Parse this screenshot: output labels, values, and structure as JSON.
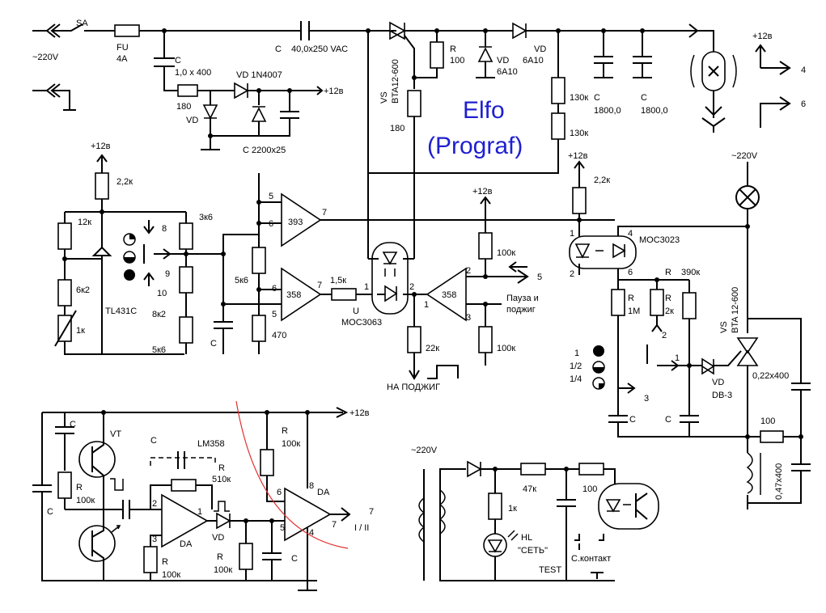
{
  "title": {
    "line1": "Elfo",
    "line2": "(Prograf)"
  },
  "mains": {
    "input": "~220V",
    "switch": "SA",
    "fuse": "FU",
    "fuse_rating": "4A",
    "cap_label": "C",
    "cap_main": "40,0x250 VAC",
    "cap_small": "C",
    "cap_small_val": "1,0 x 400",
    "res_180": "180",
    "vd_label": "VD",
    "diode_1n": "VD  1N4007",
    "c2200": "C   2200x25",
    "plus12": "+12в"
  },
  "triac_top": {
    "vs": "VS",
    "type": "BTA12-600",
    "r_label": "R",
    "r_val": "100",
    "r_180": "180",
    "vd1": "VD",
    "vd1_type": "6A10",
    "vd2": "VD",
    "vd2_type": "6A10",
    "r130a": "130к",
    "r130b": "130к",
    "c1_label": "C",
    "c1_val": "1800,0",
    "c2_label": "C",
    "c2_val": "1800,0"
  },
  "outputs": {
    "plus12": "+12в",
    "pin4": "4",
    "pin6": "6"
  },
  "left_block": {
    "plus12": "+12в",
    "r22": "2,2к",
    "r12": "12к",
    "r6k2": "6к2",
    "r1k": "1к",
    "tl": "TL431C",
    "sw_8": "8",
    "sw_9": "9",
    "sw_10": "10",
    "r3k6": "3к6",
    "r8k2": "8к2",
    "r5k6a": "5к6"
  },
  "comparators": {
    "cmp1": "393",
    "cmp2": "358",
    "cmp3": "358",
    "p5": "5",
    "p6": "6",
    "p7": "7",
    "p7b": "7",
    "p6b": "6",
    "p5b": "5",
    "r5k6": "5к6",
    "r470": "470",
    "c_label": "C",
    "r15": "1,5к",
    "u_label": "U",
    "moc3063": "MOC3063",
    "p1": "1",
    "p2": "2",
    "p1b": "1",
    "p2b": "2",
    "p3b": "3",
    "r22k": "22к",
    "na_podzhig": "НА ПОДЖИГ",
    "plus12": "+12в",
    "r100k": "100к",
    "r100kb": "100к",
    "pause": "Пауза и",
    "podzhig": "поджиг",
    "pin5": "5"
  },
  "right_block": {
    "plus12": "+12в",
    "r22": "2,2к",
    "moc": "MOC3023",
    "p1": "1",
    "p2": "2",
    "p4": "4",
    "p6": "6",
    "r_label": "R",
    "r390": "390к",
    "r1m_label": "R",
    "r1m": "1М",
    "r2k_label": "R",
    "r2k": "2к",
    "sw1": "1",
    "sw2": "2",
    "sw3": "3",
    "lev1": "1",
    "lev12": "1/2",
    "lev14": "1/4",
    "vd": "VD",
    "db3": "DB-3",
    "c1": "C",
    "c2": "C",
    "vs": "VS",
    "bta": "BTA 12-600",
    "lamp": "~220V",
    "c022": "0,22x400",
    "r100": "100",
    "c047": "0,47x400"
  },
  "bottom_left": {
    "vt": "VT",
    "c1": "C",
    "c2": "C",
    "c3": "C",
    "r_label": "R",
    "r100k": "100к",
    "lm358": "LM358",
    "r510_label": "R",
    "r510": "510к",
    "p2": "2",
    "p1": "1",
    "p3": "3",
    "da": "DA",
    "vd": "VD",
    "r100k_b_label": "R",
    "r100k_b": "100к",
    "r100k_c_label": "R",
    "r100k_c": "100к",
    "c4": "C",
    "r100k_d_label": "R",
    "r100k_d": "100к",
    "plus12": "+12в",
    "p8": "8",
    "p6": "6",
    "p5": "5",
    "p4": "4",
    "p7": "7",
    "da2": "DA",
    "out7": "7",
    "out_label": "I / II"
  },
  "bottom_mid": {
    "ac": "~220V",
    "r47k": "47к",
    "r100": "100",
    "r1k": "1к",
    "hl": "HL",
    "hl_name": "\"СЕТЬ\"",
    "test": "TEST",
    "contact": "С.контакт"
  }
}
